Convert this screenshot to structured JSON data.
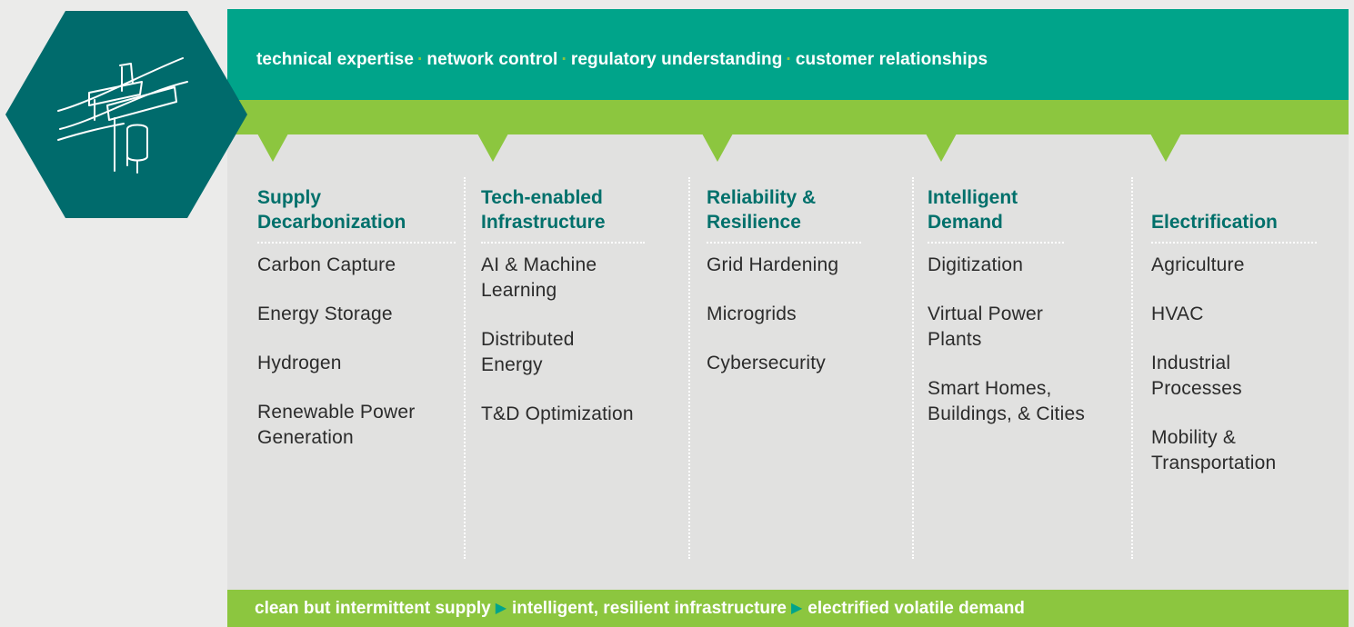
{
  "colors": {
    "teal": "#00a48a",
    "dark_teal": "#006b6c",
    "green": "#8cc63f",
    "panel": "#e1e1e0",
    "heading": "#00706b"
  },
  "icon": "power-line-insulator-icon",
  "top_banner": {
    "items": [
      "technical expertise",
      "network control",
      "regulatory understanding",
      "customer relationships"
    ],
    "separator": "·"
  },
  "columns": [
    {
      "title": "Supply Decarbonization",
      "items": [
        "Carbon Capture",
        "Energy Storage",
        "Hydrogen",
        "Renewable Power Generation"
      ]
    },
    {
      "title": "Tech-enabled Infrastructure",
      "items": [
        "AI & Machine Learning",
        "Distributed Energy",
        "T&D Optimization"
      ]
    },
    {
      "title": "Reliability & Resilience",
      "items": [
        "Grid Hardening",
        "Microgrids",
        "Cybersecurity"
      ]
    },
    {
      "title": "Intelligent Demand",
      "items": [
        "Digitization",
        "Virtual Power Plants",
        "Smart Homes, Buildings, & Cities"
      ]
    },
    {
      "title": "Electrification",
      "items": [
        "Agriculture",
        "HVAC",
        "Industrial Processes",
        "Mobility & Transportation"
      ]
    }
  ],
  "bottom_banner": {
    "items": [
      "clean but intermittent supply",
      "intelligent, resilient infrastructure",
      "electrified volatile demand"
    ],
    "arrow": "▶"
  }
}
